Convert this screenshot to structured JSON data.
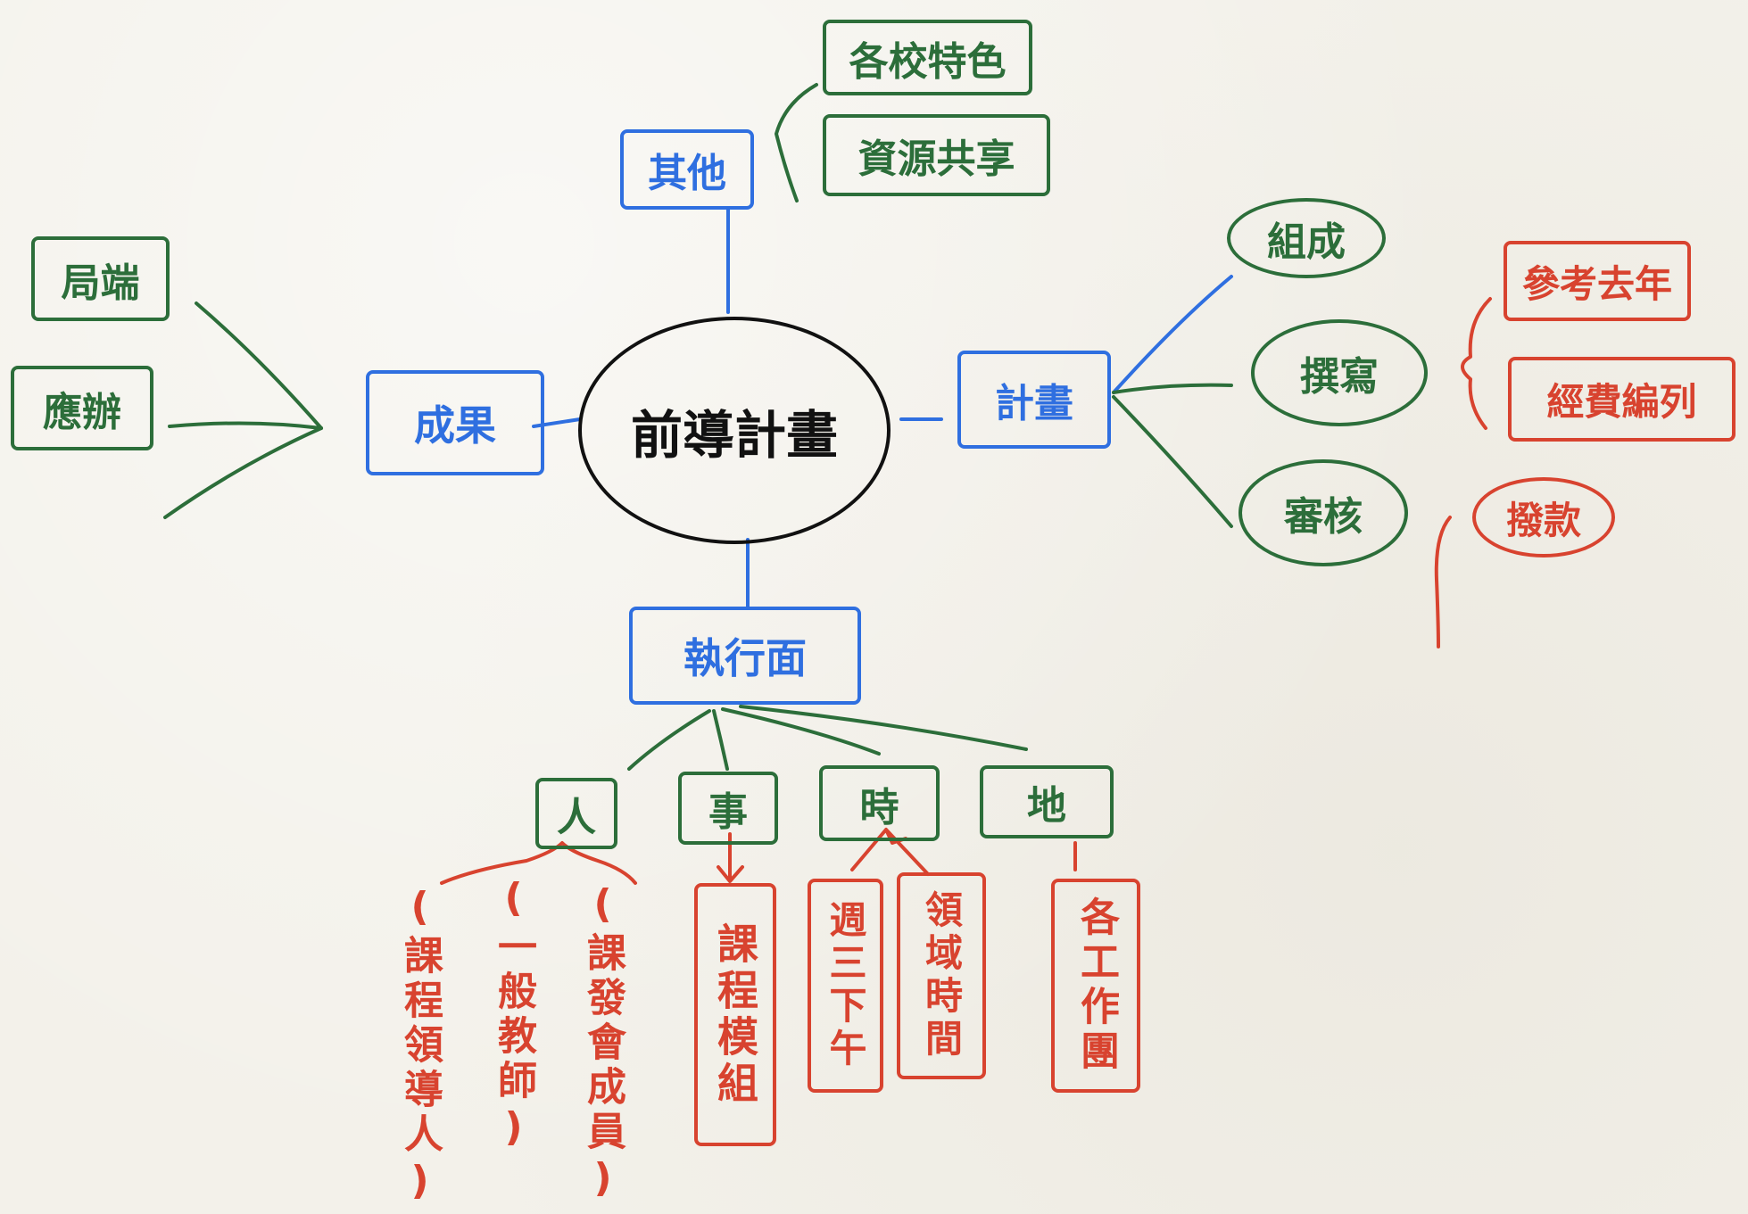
{
  "center": {
    "label": "前導計畫"
  },
  "branches": {
    "other": {
      "label": "其他",
      "children": [
        "各校特色",
        "資源共享"
      ]
    },
    "plan": {
      "label": "計畫",
      "children": [
        "組成",
        "撰寫",
        "審核"
      ],
      "write_children": [
        "參考去年",
        "經費編列"
      ],
      "review_children": [
        "撥款"
      ]
    },
    "result": {
      "label": "成果",
      "children": [
        "局端",
        "應辦"
      ]
    },
    "exec": {
      "label": "執行面",
      "children": [
        "人",
        "事",
        "時",
        "地"
      ],
      "people": [
        "(課程領導人)",
        "(一般教師)",
        "(課發會成員)"
      ],
      "thing": [
        "課程模組"
      ],
      "time": [
        "週三下午",
        "領域時間"
      ],
      "place": [
        "各工作團"
      ]
    }
  },
  "colors": {
    "blue": "#2f6fe0",
    "green": "#2c6e3a",
    "red": "#d8432f",
    "black": "#111111"
  }
}
